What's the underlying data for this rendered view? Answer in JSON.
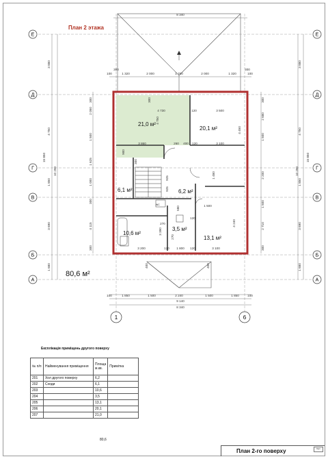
{
  "plan": {
    "title": "План 2 этажа",
    "total_area": "80,6 м²",
    "axes_rows": [
      "Е",
      "Д",
      "Г",
      "В",
      "Б",
      "А"
    ],
    "axes_cols": [
      "1",
      "6"
    ],
    "dims_top": {
      "overall": "8 340",
      "segments": [
        "100",
        "1 320",
        "2 000",
        "1 700",
        "2 000",
        "1 320",
        "100"
      ],
      "wall_marks": [
        "300",
        "300"
      ]
    },
    "dims_bottom": {
      "segments": [
        "100",
        "1 850",
        "1 500",
        "2 240",
        "1 500",
        "1 850",
        "100"
      ],
      "total_1": "9 140",
      "total_2": "8 340"
    },
    "dims_left_outer": [
      "3 880",
      "4 750",
      "1 850",
      "3 690",
      "1 680"
    ],
    "dims_left_total": "15 850",
    "dims_left_inner": [
      "300",
      "2 050",
      "1 500",
      "1 625",
      "1 000",
      "300",
      "4 115",
      "300"
    ],
    "dims_left_total_2": "10 290",
    "dims_right_outer": [
      "3 880",
      "4 750",
      "1 850",
      "3 690",
      "1 680"
    ],
    "dims_right_total": "15 850",
    "dims_right_inner": [
      "300",
      "2 680",
      "1 500",
      "2 200",
      "1 500",
      "2 710",
      "300"
    ],
    "dims_right_total_2": "10 290",
    "dims_upper_inner": [
      "4 730",
      "120",
      "3 500"
    ],
    "dims_mid_inner": [
      "3 860",
      "260",
      "400",
      "120",
      "3 100"
    ],
    "dims_lower_inner": [
      "3 200",
      "120",
      "1 800",
      "120",
      "3 100"
    ],
    "dims_misc": [
      "4 750",
      "4 450",
      "1 480",
      "4 240",
      "3 390",
      "300",
      "300",
      "900",
      "925",
      "925",
      "270",
      "270",
      "580",
      "120",
      "1 500",
      "400",
      "400"
    ],
    "rooms": [
      {
        "area": "21,0 м²"
      },
      {
        "area": "20,1 м²"
      },
      {
        "area": "6,1 м²"
      },
      {
        "area": "6,2 м²"
      },
      {
        "area": "10,6 м²"
      },
      {
        "area": "3,5 м²"
      },
      {
        "area": "13,1 м²"
      }
    ],
    "wc_label": "WC"
  },
  "explication": {
    "title": "Експлікація приміщень другого поверху",
    "headers": [
      "№ п/п",
      "Найменування приміщення",
      "Площа м.кв.",
      "Примітка"
    ],
    "rows": [
      {
        "n": "201",
        "name": "Хол другого поверху",
        "area": "6,2",
        "note": ""
      },
      {
        "n": "202",
        "name": "Сходи",
        "area": "6,1",
        "note": ""
      },
      {
        "n": "203",
        "name": "",
        "area": "10,6",
        "note": ""
      },
      {
        "n": "204",
        "name": "",
        "area": "3,5",
        "note": ""
      },
      {
        "n": "205",
        "name": "",
        "area": "13,1",
        "note": ""
      },
      {
        "n": "206",
        "name": "",
        "area": "20,1",
        "note": ""
      },
      {
        "n": "207",
        "name": "",
        "area": "21,0",
        "note": ""
      }
    ],
    "total": "80,6"
  },
  "title_block": {
    "title": "План 2-го поверху",
    "sheet_label": "Лист"
  },
  "colors": {
    "wall_red": "#b03030",
    "room_fill": "#dcebd0",
    "line": "#333333",
    "dim_line": "#555555"
  }
}
